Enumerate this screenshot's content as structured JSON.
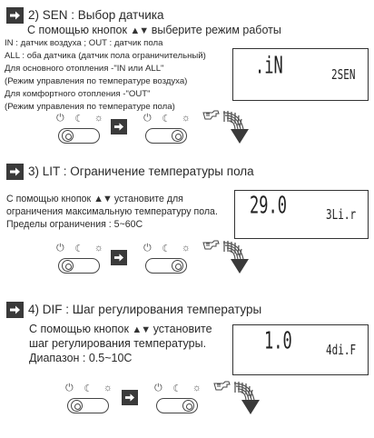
{
  "section1": {
    "heading": "2) SEN : Выбор датчика",
    "line_mode": "С помощью кнопок",
    "line_mode_tail": "выберите режим работы",
    "lines": [
      "IN : датчик воздуха ; OUT : датчик пола",
      "ALL : оба датчика (датчик пола ограничительный)",
      "Для основного отопления -\"IN или ALL\"",
      "(Режим управления по температуре воздуха)",
      "Для комфортного отопления -\"OUT\"",
      "(Режим управления по температуре пола)"
    ],
    "lcd_main": ".iN",
    "lcd_sub": "2SEN"
  },
  "section2": {
    "heading": "3) LIT : Ограничение температуры пола",
    "line1_head": "С помощью кнопок",
    "line1_tail": "установите для",
    "line2": "ограничения максимальную температуру пола.",
    "line3": "Пределы ограничения : 5~60С",
    "lcd_main": "29.0",
    "lcd_sub": "3Li.r"
  },
  "section3": {
    "heading": "4) DIF : Шаг регулирования температуры",
    "line1_head": "С помощью кнопок",
    "line1_tail": "установите",
    "line2": "шаг регулирования температуры.",
    "line3": "Диапазон : 0.5~10С",
    "lcd_main": "1.0",
    "lcd_sub": "4di.F"
  },
  "glyphs": {
    "up_down": "▲▼",
    "power": "⏻",
    "moon": "☾",
    "sun": "☼"
  }
}
